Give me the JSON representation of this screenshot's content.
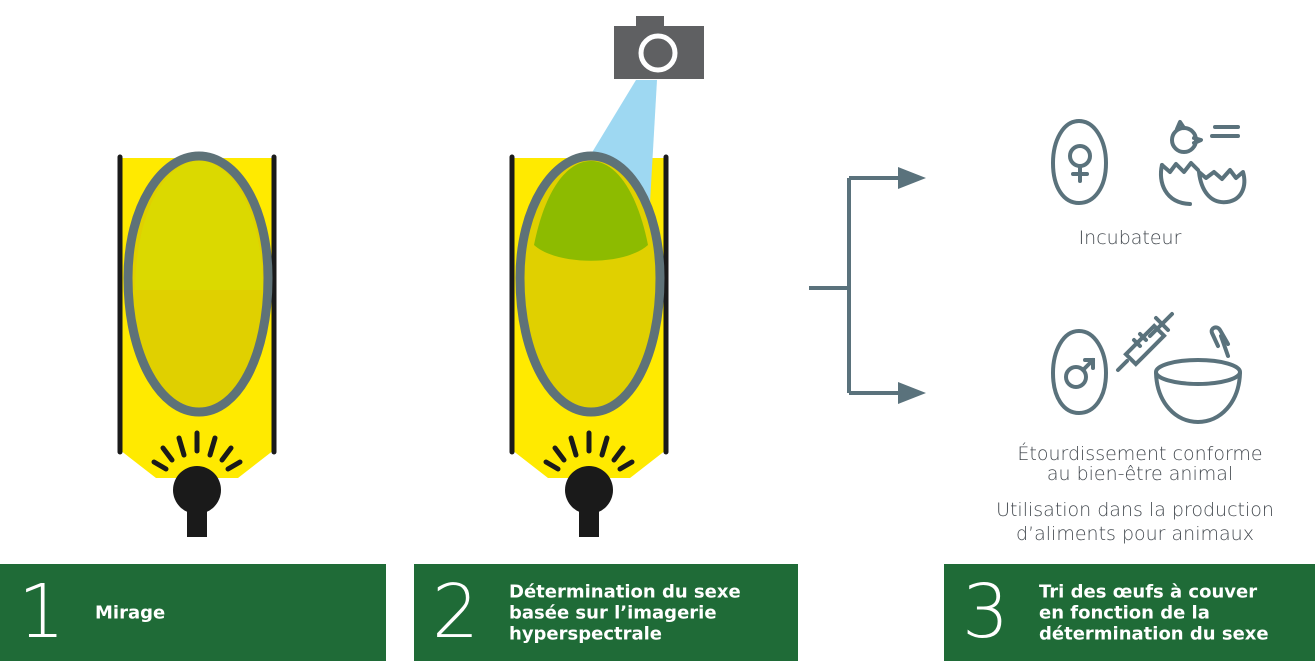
{
  "outputs": {
    "incubator_label": "Incubateur",
    "stunning_line1": "Étourdissement conforme",
    "stunning_line2": "au bien-être animal",
    "feed_line1": "Utilisation dans la production",
    "feed_line2": "d’aliments pour animaux"
  },
  "steps": [
    {
      "number": "1",
      "label_lines": [
        "Mirage"
      ]
    },
    {
      "number": "2",
      "label_lines": [
        "Détermination du sexe",
        "basée sur l’imagerie",
        "hyperspectrale"
      ]
    },
    {
      "number": "3",
      "label_lines": [
        "Tri des œufs à couver",
        "en fonction de la",
        "détermination du sexe"
      ]
    }
  ],
  "colors": {
    "step_box": "#1f6b37",
    "light_yellow": "#ffea00",
    "egg_fill": "#e0d000",
    "egg_outline": "#5e7278",
    "sensor_zone": "#8dbb00",
    "camera_beam": "#9ed8f2",
    "icon_stroke": "#5a727c",
    "frame": "#1a1a1a"
  },
  "icons": [
    "camera-icon",
    "lamp-icon",
    "female-egg-icon",
    "hatching-chick-icon",
    "male-egg-icon",
    "syringe-icon",
    "mortar-pestle-icon"
  ]
}
